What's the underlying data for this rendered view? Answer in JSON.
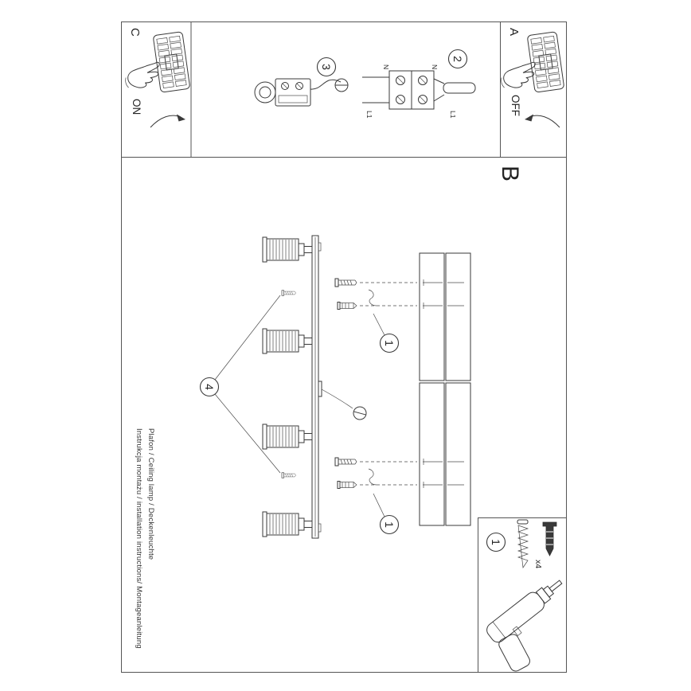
{
  "colors": {
    "ink": "#3a3a3a",
    "paper": "#ffffff"
  },
  "panels": {
    "c_label": "C",
    "c_state": "ON",
    "a_label": "A",
    "a_state": "OFF",
    "b_label": "B"
  },
  "steps": {
    "one": "1",
    "two": "2",
    "three": "3",
    "four": "4"
  },
  "wiring_labels": {
    "n_left": "N",
    "l1_left": "L1",
    "n_right": "N",
    "l1_right": "L1"
  },
  "parts": {
    "qty": "x4"
  },
  "footer": {
    "title_line": "Instrukcja montażu / installation instructions/ Montageanleitung",
    "product_line": "Plafon / Ceiling lamp / Deckenleuchte"
  }
}
